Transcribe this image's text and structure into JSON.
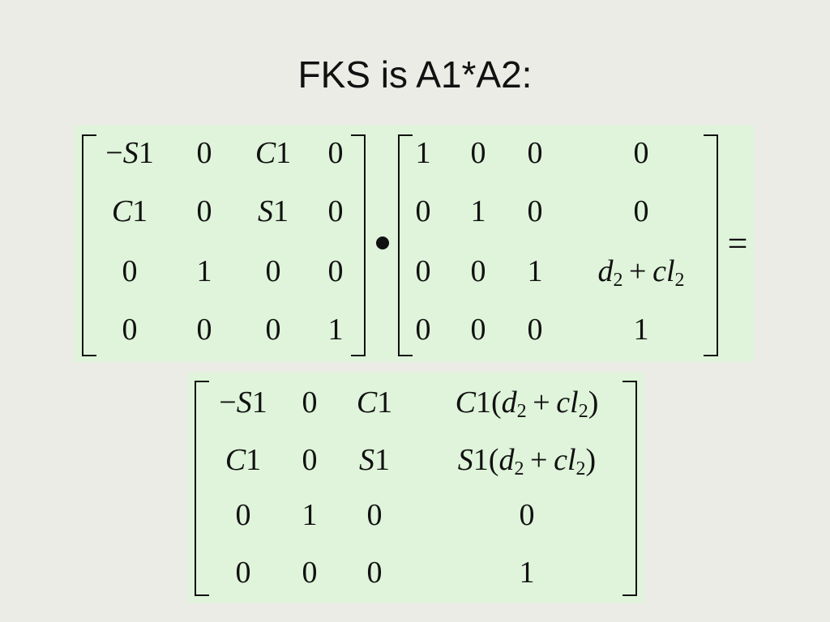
{
  "slide": {
    "title": "FKS is A1*A2:"
  },
  "matrix_a1": {
    "rows": [
      [
        "−S1",
        "0",
        "C1",
        "0"
      ],
      [
        "C1",
        "0",
        "S1",
        "0"
      ],
      [
        "0",
        "1",
        "0",
        "0"
      ],
      [
        "0",
        "0",
        "0",
        "1"
      ]
    ]
  },
  "matrix_a2": {
    "rows": [
      [
        "1",
        "0",
        "0",
        "0"
      ],
      [
        "0",
        "1",
        "0",
        "0"
      ],
      [
        "0",
        "0",
        "1",
        "d2 + cl2"
      ],
      [
        "0",
        "0",
        "0",
        "1"
      ]
    ]
  },
  "operators": {
    "multiply": "•",
    "equals": "="
  },
  "result": {
    "rows": [
      [
        "−S1",
        "0",
        "C1",
        "C1(d2 + cl2)"
      ],
      [
        "C1",
        "0",
        "S1",
        "S1(d2 + cl2)"
      ],
      [
        "0",
        "1",
        "0",
        "0"
      ],
      [
        "0",
        "0",
        "0",
        "1"
      ]
    ]
  }
}
